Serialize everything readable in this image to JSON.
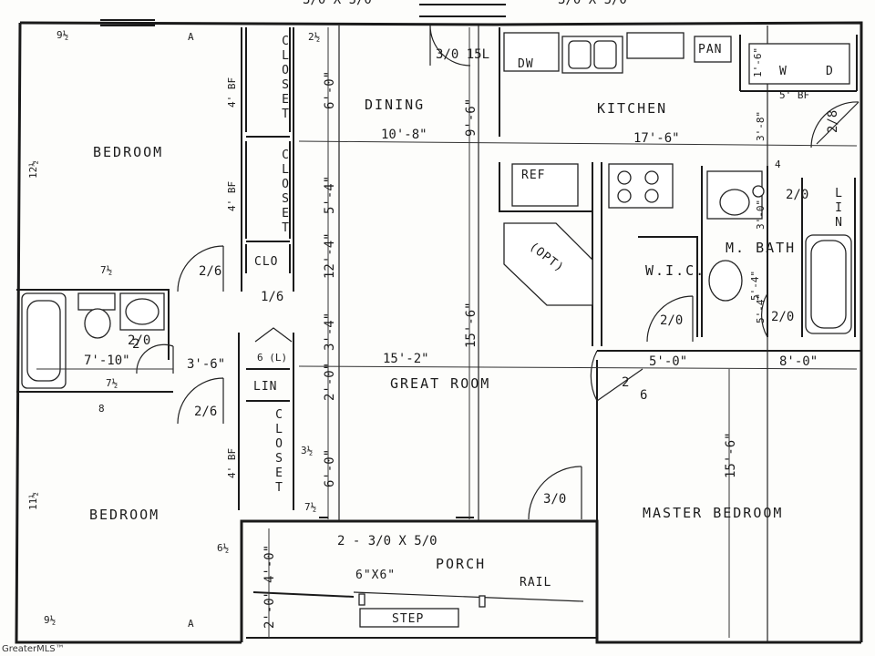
{
  "rooms": {
    "bedroom_1": "BEDROOM",
    "bedroom_2": "BEDROOM",
    "dining": "DINING",
    "kitchen": "KITCHEN",
    "great_room": "GREAT ROOM",
    "master_bedroom": "MASTER BEDROOM",
    "master_bath": "M. BATH",
    "walk_in_closet": "W.I.C.",
    "porch": "PORCH"
  },
  "fixtures": {
    "closet": "CLOSET",
    "clo": "CLO",
    "lin": "LIN",
    "dw": "DW",
    "pan": "PAN",
    "w": "W",
    "d": "D",
    "ref": "REF",
    "opt": "(OPT)",
    "rail": "RAIL",
    "step": "STEP",
    "post": "6\"X6\""
  },
  "dimensions": {
    "dining_width": "10'-8\"",
    "dining_depth": "6'-0\"",
    "kitchen_width": "17'-6\"",
    "kitchen_depth": "9'-6\"",
    "great_room_width": "15'-2\"",
    "great_room_depth": "15'-6\"",
    "master_width_a": "5'-0\"",
    "master_width_b": "8'-0\"",
    "master_depth": "15'-6\"",
    "hall_depth_a": "5'-4\"",
    "hall_depth_b": "3'-4\"",
    "hall_depth_c": "2'-0\"",
    "hall_depth_d": "12'-4\"",
    "bath_width": "7'-10\"",
    "hall_width": "3'-6\"",
    "closet_depth": "6'-0\"",
    "porch_depth": "4'-0\"",
    "step_depth": "2'-0\"",
    "laundry_a": "1'-6\"",
    "laundry_b": "3'-8\"",
    "bath_a": "3'-0\"",
    "bath_b": "5'-4\"",
    "bath_c": "5'-4\"",
    "bf_5": "5' BF",
    "bf_4a": "4' BF",
    "bf_4b": "4' BF",
    "bf_4c": "4' BF"
  },
  "doors": {
    "front": "3/0 15L",
    "kitchen_side": "2/8",
    "bedroom_1": "2/6",
    "closet_1": "1/6",
    "bath": "2/0",
    "bath_small": "2",
    "linen": "6 (L)",
    "bedroom_2": "2/6",
    "master_entry": "2",
    "master_entry_b": "6",
    "porch_door": "3/0",
    "wic": "2/0",
    "m_bath_door": "2/0",
    "m_bath_lin": "2/0",
    "window_porch": "2 - 3/0 X 5/0",
    "top_window_a": "3/0 X 5/0",
    "top_window_b": "3/0 X 5/0"
  },
  "notes": {
    "n1": "9½",
    "n2": "7½",
    "n3": "7½",
    "n4": "12½",
    "n5": "11½",
    "n6": "9½",
    "n7": "6½",
    "n8": "4",
    "n9": "8",
    "n10": "2½",
    "n11": "3½",
    "n12": "A",
    "n13": "A",
    "n14": "7½"
  },
  "footer": {
    "brand": "GreaterMLS™"
  }
}
